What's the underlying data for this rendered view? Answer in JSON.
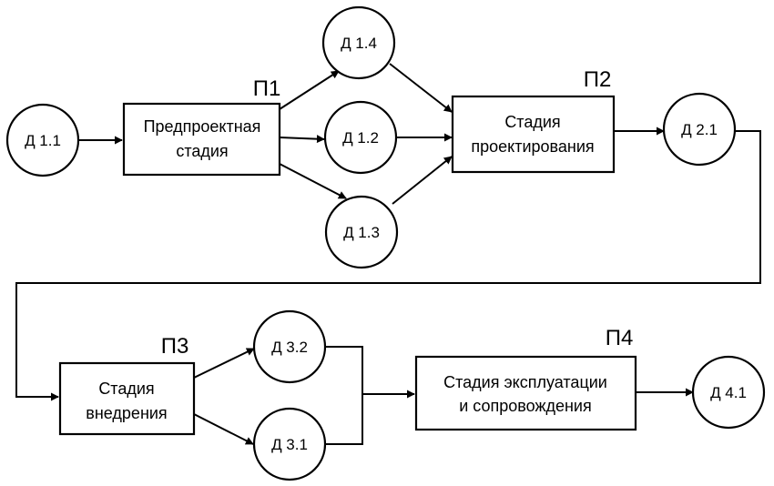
{
  "diagram": {
    "docs": {
      "d11": "Д 1.1",
      "d14": "Д 1.4",
      "d12": "Д 1.2",
      "d13": "Д 1.3",
      "d21": "Д 2.1",
      "d32": "Д 3.2",
      "d31": "Д 3.1",
      "d41": "Д 4.1"
    },
    "stages": {
      "p1": {
        "tag": "П1",
        "line1": "Предпроектная",
        "line2": "стадия"
      },
      "p2": {
        "tag": "П2",
        "line1": "Стадия",
        "line2": "проектирования"
      },
      "p3": {
        "tag": "П3",
        "line1": "Стадия",
        "line2": "внедрения"
      },
      "p4": {
        "tag": "П4",
        "line1": "Стадия эксплуатации",
        "line2": "и сопровождения"
      }
    }
  },
  "colors": {
    "stroke": "#000000",
    "background": "#ffffff"
  }
}
